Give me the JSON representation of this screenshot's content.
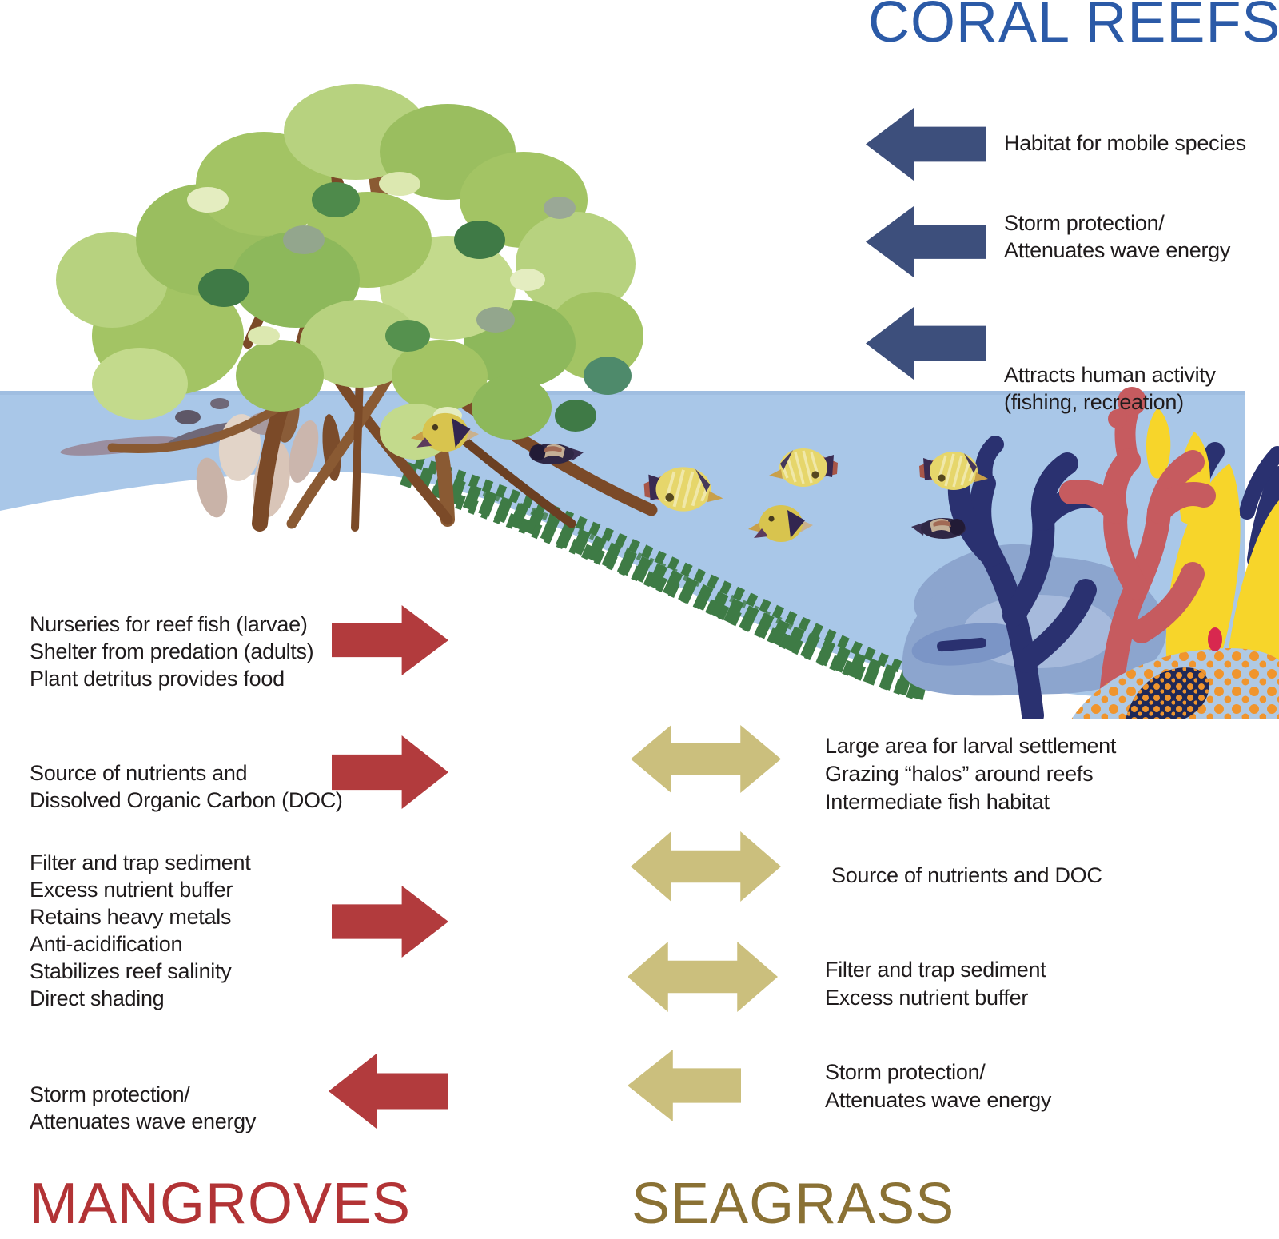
{
  "colors": {
    "coral_blue": "#2B5AA7",
    "navy_arrow": "#3D4F7C",
    "red_arrow": "#B23B3D",
    "tan_arrow": "#CBBF7D",
    "mangroves_red": "#B23335",
    "seagrass_gold": "#8A7134",
    "text_color": "#1F1B1C",
    "water_blue": "#A9C7E8"
  },
  "icons": {
    "mangrove_tree": "stylized mangrove tree with prop roots",
    "seagrass_bed": "green seagrass strip",
    "coral_reef": "coral colony (navy, red, yellow, orange)",
    "fish": "butterflyfish"
  },
  "coral_reefs": {
    "title": "CORAL REEFS",
    "benefits": [
      {
        "arrow": "left",
        "lines": [
          "Habitat for mobile species"
        ]
      },
      {
        "arrow": "left",
        "lines": [
          "Storm protection/",
          "Attenuates wave energy"
        ]
      },
      {
        "arrow": "left",
        "lines": [
          "Attracts human activity",
          "(fishing, recreation)"
        ]
      }
    ]
  },
  "mangroves": {
    "title": "MANGROVES",
    "benefits": [
      {
        "arrow": "right",
        "lines": [
          "Nurseries for reef fish (larvae)",
          "Shelter from predation (adults)",
          "Plant detritus provides food"
        ]
      },
      {
        "arrow": "right",
        "lines": [
          "Source of nutrients and",
          "Dissolved Organic Carbon (DOC)"
        ]
      },
      {
        "arrow": "right",
        "lines": [
          "Filter and trap sediment",
          "Excess nutrient buffer",
          "Retains heavy metals",
          "Anti-acidification",
          "Stabilizes reef salinity",
          "Direct shading"
        ]
      },
      {
        "arrow": "left",
        "lines": [
          "Storm protection/",
          "Attenuates wave energy"
        ]
      }
    ]
  },
  "seagrass": {
    "title": "SEAGRASS",
    "benefits": [
      {
        "arrow": "double",
        "lines": [
          "Large area for larval settlement",
          "Grazing “halos” around reefs",
          "Intermediate fish habitat"
        ]
      },
      {
        "arrow": "double",
        "lines": [
          "Source of nutrients and DOC"
        ]
      },
      {
        "arrow": "double",
        "lines": [
          "Filter and trap sediment",
          "Excess nutrient buffer"
        ]
      },
      {
        "arrow": "left",
        "lines": [
          "Storm protection/",
          "Attenuates wave energy"
        ]
      }
    ]
  }
}
